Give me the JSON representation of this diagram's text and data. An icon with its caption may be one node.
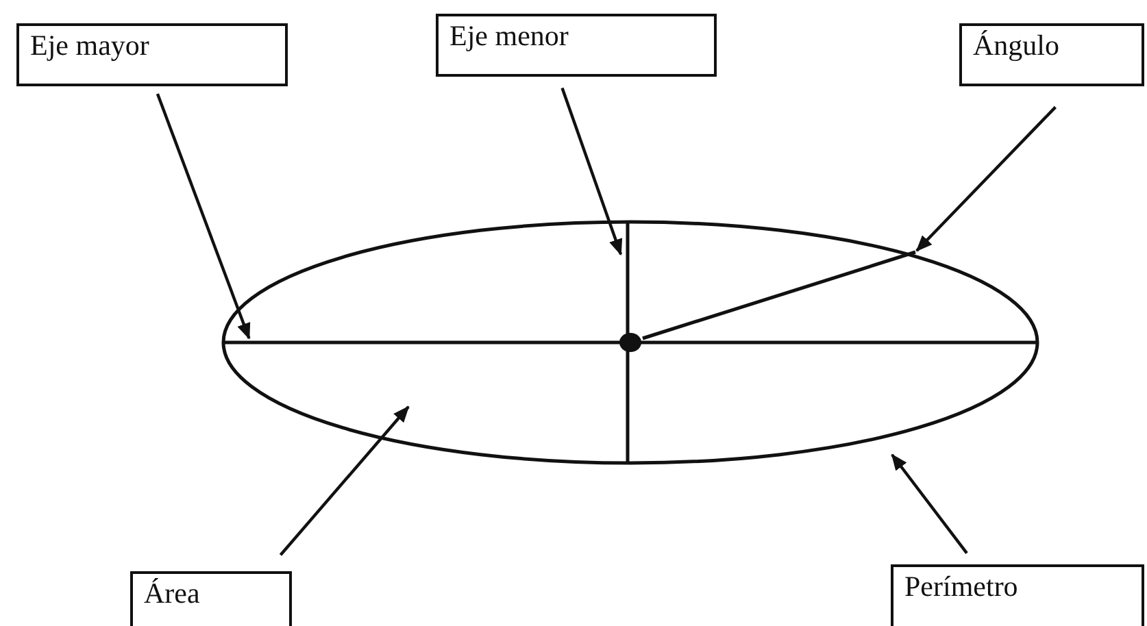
{
  "diagram": {
    "nodes": [
      {
        "text": [
          "Eje mayor"
        ]
      },
      {
        "text": [
          "Eje menor"
        ]
      },
      {
        "text": [
          "Ángulo"
        ]
      },
      {
        "text": [
          "Área"
        ]
      },
      {
        "text": [
          "Perímetro"
        ]
      },
      {
        "text": [],
        "shape": "ellipse"
      },
      {
        "text": [],
        "shape": "line",
        "in": 5
      },
      {
        "text": [],
        "shape": "line",
        "in": 5
      },
      {
        "text": [],
        "shape": "line",
        "in": 5
      }
    ],
    "edges": [
      {
        "from": 0,
        "to": 6,
        "arrow": "to"
      },
      {
        "from": 1,
        "to": 7,
        "arrow": "to"
      },
      {
        "from": 2,
        "to": 8,
        "arrow": "to"
      },
      {
        "from": 3,
        "to": 5,
        "arrow": "to"
      },
      {
        "from": 4,
        "to": 5,
        "arrow": "to"
      }
    ]
  }
}
